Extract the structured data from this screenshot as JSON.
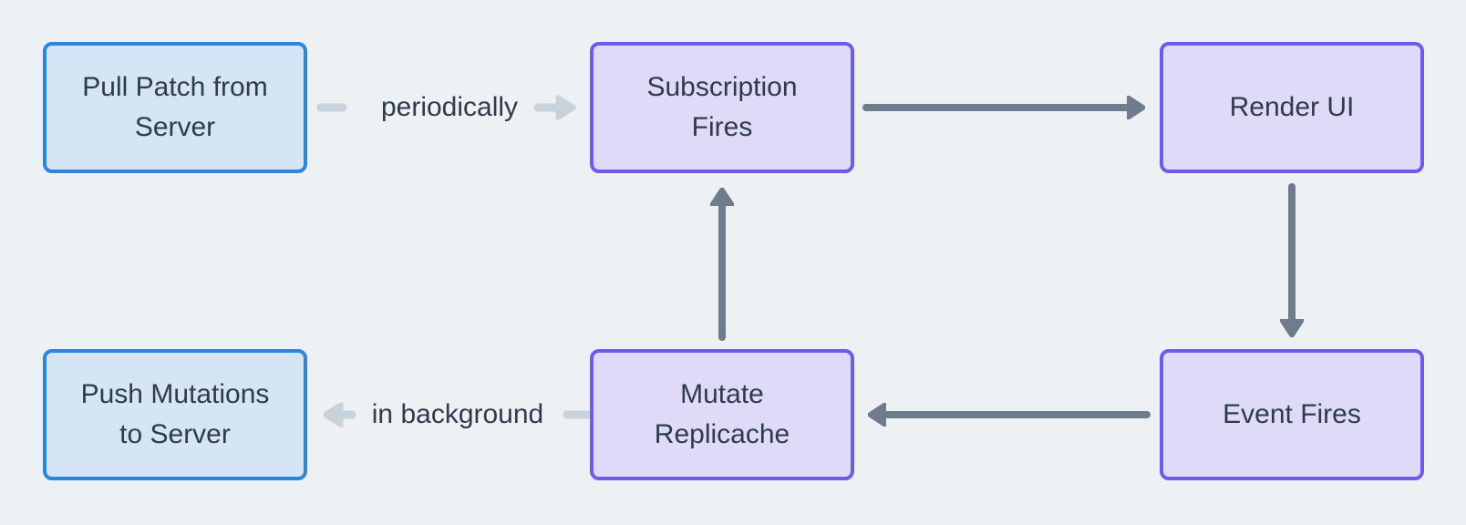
{
  "colors": {
    "background": "#edf1f4",
    "node-blue-border": "#2f86d8",
    "node-blue-fill": "#d5e5f6",
    "node-purple-border": "#6f5ce6",
    "node-purple-fill": "#dedaf8",
    "edge-dark": "#6f7c8e",
    "edge-light": "#c8d2da",
    "text": "#2e3b4a"
  },
  "diagram": {
    "type": "flowchart",
    "nodes": [
      {
        "id": "pull-patch-from-server",
        "label": "Pull Patch from\nServer",
        "style": "blue"
      },
      {
        "id": "subscription-fires",
        "label": "Subscription\nFires",
        "style": "purple"
      },
      {
        "id": "render-ui",
        "label": "Render UI",
        "style": "purple"
      },
      {
        "id": "event-fires",
        "label": "Event Fires",
        "style": "purple"
      },
      {
        "id": "mutate-replicache",
        "label": "Mutate\nReplicache",
        "style": "purple"
      },
      {
        "id": "push-mutations-to-server",
        "label": "Push Mutations\nto Server",
        "style": "blue"
      }
    ],
    "edges": [
      {
        "from": "pull-patch-from-server",
        "to": "subscription-fires",
        "label": "periodically",
        "style": "light"
      },
      {
        "from": "subscription-fires",
        "to": "render-ui",
        "label": "",
        "style": "dark"
      },
      {
        "from": "render-ui",
        "to": "event-fires",
        "label": "",
        "style": "dark"
      },
      {
        "from": "event-fires",
        "to": "mutate-replicache",
        "label": "",
        "style": "dark"
      },
      {
        "from": "mutate-replicache",
        "to": "subscription-fires",
        "label": "",
        "style": "dark"
      },
      {
        "from": "mutate-replicache",
        "to": "push-mutations-to-server",
        "label": "in background",
        "style": "light"
      }
    ]
  }
}
